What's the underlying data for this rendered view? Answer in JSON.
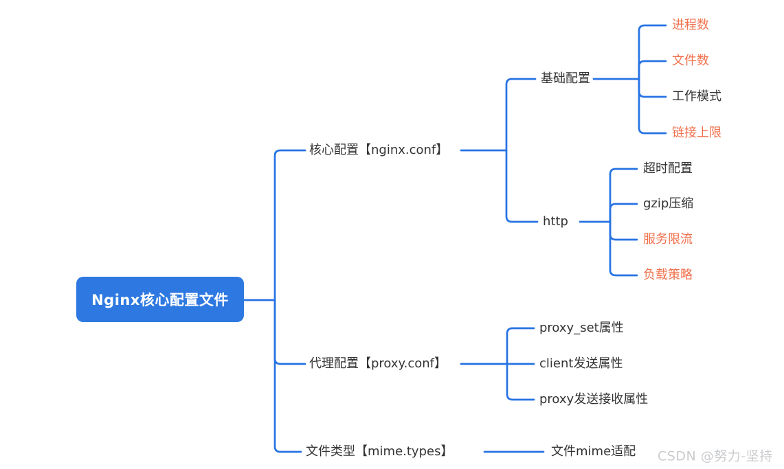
{
  "colors": {
    "connector": "#2673e3",
    "root_node_bg": "#2e79e1",
    "root_node_text": "#ffffff",
    "node_text": "#333333",
    "highlight_text": "#f0714d",
    "watermark_text": "#c9cbce"
  },
  "watermark": "CSDN @努力-坚持",
  "mindmap": {
    "root": {
      "label": "Nginx核心配置文件"
    },
    "branches": [
      {
        "label": "核心配置【nginx.conf】",
        "children": [
          {
            "label": "基础配置",
            "children": [
              {
                "label": "进程数",
                "highlight": true
              },
              {
                "label": "文件数",
                "highlight": true
              },
              {
                "label": "工作模式",
                "highlight": false
              },
              {
                "label": "链接上限",
                "highlight": true
              }
            ]
          },
          {
            "label": "http",
            "children": [
              {
                "label": "超时配置",
                "highlight": false
              },
              {
                "label": "gzip压缩",
                "highlight": false
              },
              {
                "label": "服务限流",
                "highlight": true
              },
              {
                "label": "负载策略",
                "highlight": true
              }
            ]
          }
        ]
      },
      {
        "label": "代理配置【proxy.conf】",
        "children": [
          {
            "label": "proxy_set属性",
            "highlight": false
          },
          {
            "label": "client发送属性",
            "highlight": false
          },
          {
            "label": "proxy发送接收属性",
            "highlight": false
          }
        ]
      },
      {
        "label": "文件类型【mime.types】",
        "children": [
          {
            "label": "文件mime适配",
            "highlight": false
          }
        ]
      }
    ]
  }
}
